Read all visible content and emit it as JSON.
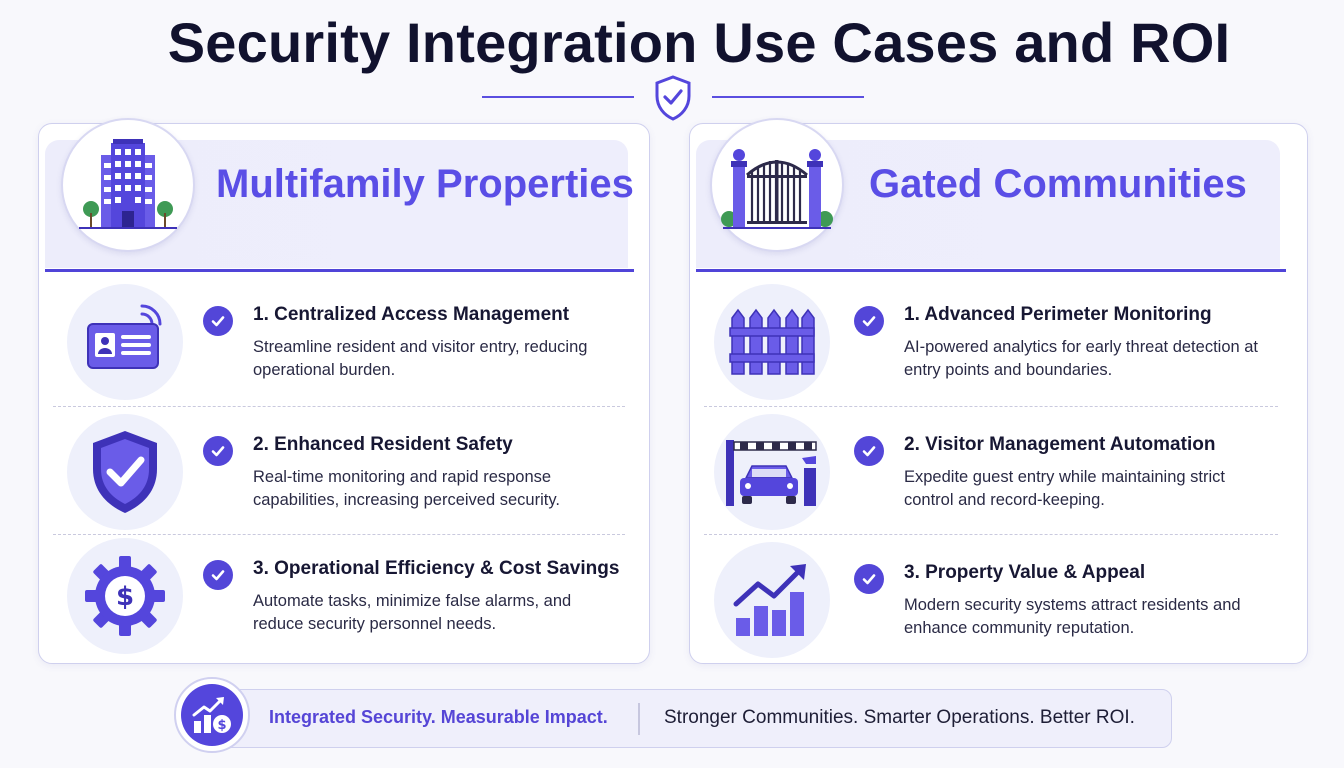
{
  "title": "Security Integration Use Cases and ROI",
  "colors": {
    "accent": "#5446dc",
    "heading": "#11122e",
    "card_border": "#cfd0ee",
    "icon_bg": "#eef0fb"
  },
  "left_card": {
    "title": "Multifamily Properties",
    "header_icon": "apartment-building-icon",
    "items": [
      {
        "number": "1.",
        "title": "1.  Centralized Access Management",
        "desc": "Streamline resident and visitor entry, reducing operational burden.",
        "icon": "access-card-icon"
      },
      {
        "number": "2.",
        "title": "2.  Enhanced Resident Safety",
        "desc": "Real-time monitoring and rapid response capabilities, increasing perceived security.",
        "icon": "shield-check-icon"
      },
      {
        "number": "3.",
        "title": "3.  Operational Efficiency & Cost Savings",
        "desc": "Automate tasks, minimize false alarms, and reduce security personnel needs.",
        "icon": "dollar-gear-icon"
      }
    ]
  },
  "right_card": {
    "title": "Gated Communities",
    "header_icon": "gate-icon",
    "items": [
      {
        "number": "1.",
        "title": "1.  Advanced Perimeter Monitoring",
        "desc": "AI-powered analytics for early threat detection at entry points and boundaries.",
        "icon": "fence-icon"
      },
      {
        "number": "2.",
        "title": "2.  Visitor Management Automation",
        "desc": "Expedite guest entry while maintaining strict control and record-keeping.",
        "icon": "barrier-gate-car-icon"
      },
      {
        "number": "3.",
        "title": "3.  Property Value & Appeal",
        "desc": "Modern security systems attract residents and enhance community reputation.",
        "icon": "growth-chart-icon"
      }
    ]
  },
  "footer": {
    "left_text": "Integrated Security. Measurable Impact.",
    "right_text": "Stronger Communities. Smarter Operations. Better ROI.",
    "icon": "roi-chart-dollar-icon"
  }
}
